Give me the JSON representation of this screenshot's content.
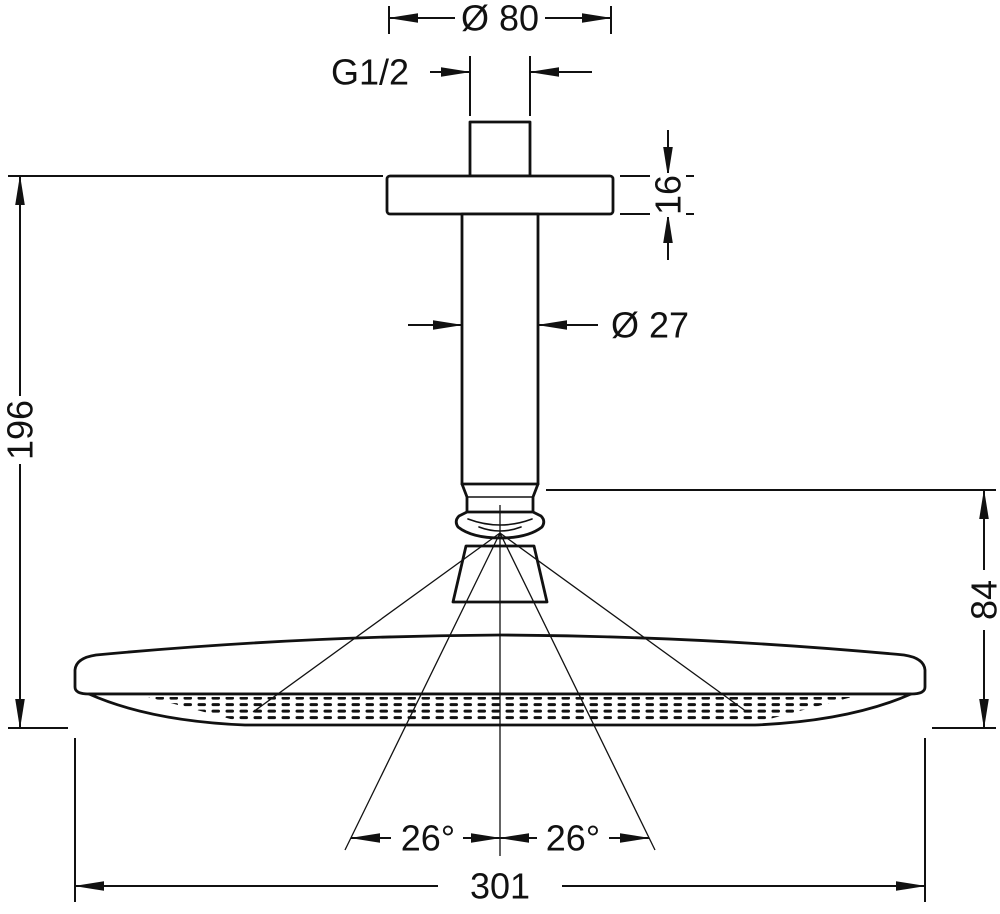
{
  "dims": {
    "flange_diameter": "Ø 80",
    "thread": "G1/2",
    "flange_thickness": "16",
    "pipe_diameter": "Ø 27",
    "overall_height": "196",
    "head_height": "84",
    "angle_left": "26°",
    "angle_right": "26°",
    "head_width": "301"
  }
}
